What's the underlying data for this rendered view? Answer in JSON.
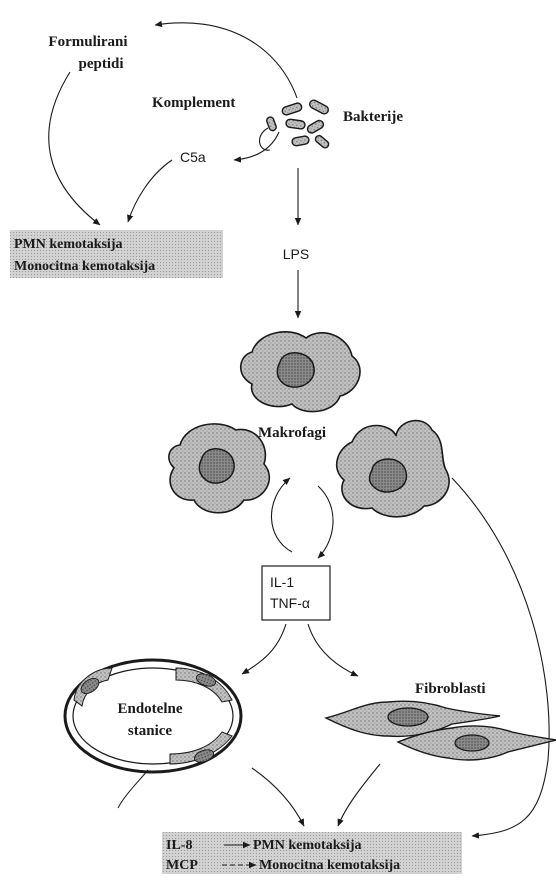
{
  "labels": {
    "formulirani_line1": "Formulirani",
    "formulirani_line2": "peptidi",
    "komplement": "Komplement",
    "bakterije": "Bakterije",
    "c5a": "C5a",
    "lps": "LPS",
    "pmn_box_line1": "PMN kemotaksija",
    "pmn_box_line2": "Monocitna kemotaksija",
    "makrofagi": "Makrofagi",
    "il1": "IL-1",
    "tnf": "TNF-α",
    "endotelne_line1": "Endotelne",
    "endotelne_line2": "stanice",
    "fibroblasti": "Fibroblasti",
    "bottom_il8": "IL-8",
    "bottom_il8_effect": "PMN kemotaksija",
    "bottom_mcp": "MCP",
    "bottom_mcp_effect": "Monocitna kemotaksija"
  },
  "colors": {
    "ink": "#1a1a1a",
    "cell_fill": "#b9b9b9",
    "nucleus_fill": "#7d7d7d",
    "highlight_box": "#c8c8c8"
  }
}
